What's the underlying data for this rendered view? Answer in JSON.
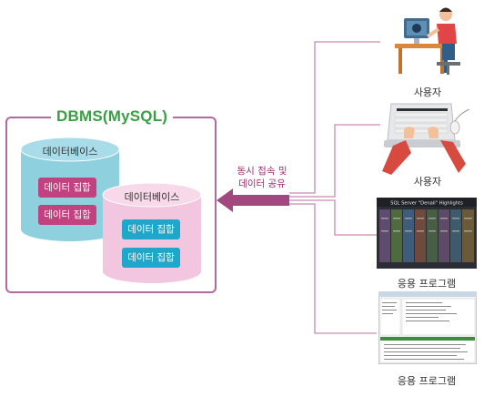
{
  "dbms": {
    "title": "DBMS(MySQL)"
  },
  "databases": [
    {
      "label": "데이터베이스",
      "datasets": [
        "데이터 집합",
        "데이터 집합"
      ],
      "color": "#8fd0df"
    },
    {
      "label": "데이터베이스",
      "datasets": [
        "데이터 집합",
        "데이터 집합"
      ],
      "color": "#f2c6de"
    }
  ],
  "access": {
    "line1": "동시 접속 및",
    "line2": "데이터 공유"
  },
  "clients": [
    {
      "label": "사용자",
      "icon": "person-at-desk-icon"
    },
    {
      "label": "사용자",
      "icon": "laptop-typing-hands-icon"
    },
    {
      "label": "응용 프로그램",
      "icon": "sql-server-highlights-screenshot",
      "screen_title": "SQL Server \"Denali\" Highlights"
    },
    {
      "label": "응용 프로그램",
      "icon": "application-window-screenshot"
    }
  ],
  "colors": {
    "frame": "#b06aa0",
    "title": "#3a9e44",
    "arrow": "#a2487f",
    "lines": "#c98ab5"
  }
}
